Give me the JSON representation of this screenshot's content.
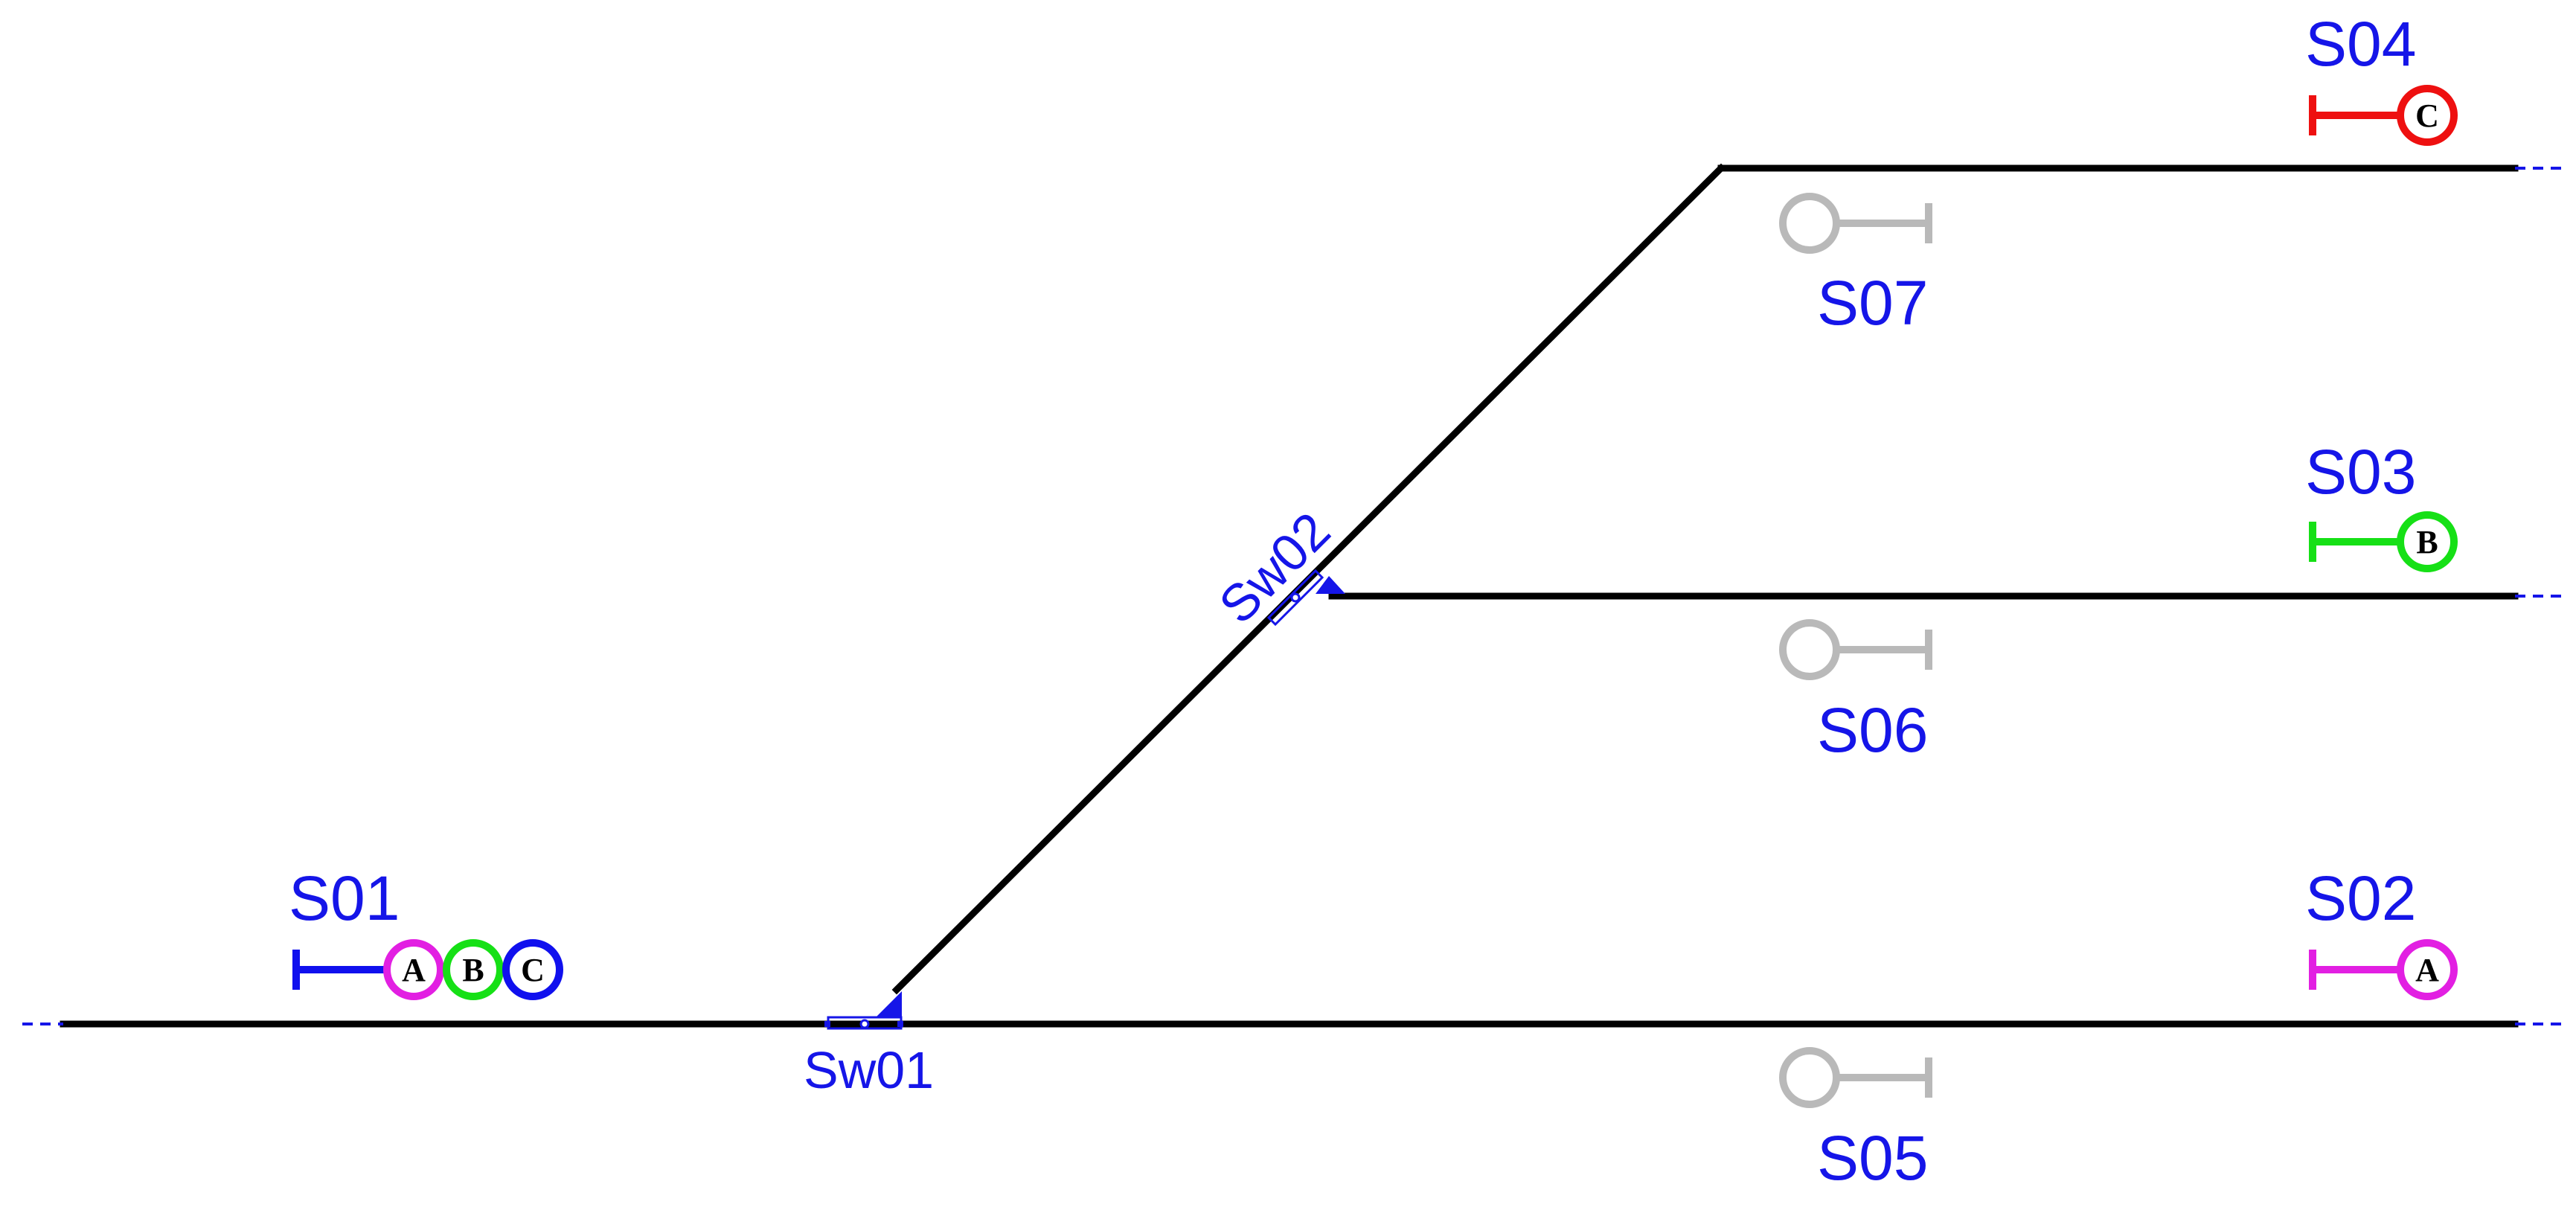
{
  "colors": {
    "track": "#000000",
    "label": "#1515e8",
    "inactive_signal": "#b9b9b9",
    "route_A": "#e21fe2",
    "route_B": "#16e016",
    "route_C": "#1010ee",
    "route_C_alt": "#ee1010"
  },
  "switches": [
    {
      "id": "sw01",
      "name": "Sw01"
    },
    {
      "id": "sw02",
      "name": "Sw02"
    }
  ],
  "signals": [
    {
      "id": "s01",
      "name": "S01",
      "color": "#1010ee",
      "aspects": [
        "A",
        "B",
        "C"
      ],
      "aspect_colors": [
        "#e21fe2",
        "#16e016",
        "#1010ee"
      ]
    },
    {
      "id": "s02",
      "name": "S02",
      "color": "#e21fe2",
      "aspects": [
        "A"
      ],
      "aspect_colors": [
        "#e21fe2"
      ]
    },
    {
      "id": "s03",
      "name": "S03",
      "color": "#16e016",
      "aspects": [
        "B"
      ],
      "aspect_colors": [
        "#16e016"
      ]
    },
    {
      "id": "s04",
      "name": "S04",
      "color": "#ee1010",
      "aspects": [
        "C"
      ],
      "aspect_colors": [
        "#ee1010"
      ]
    },
    {
      "id": "s05",
      "name": "S05",
      "color": "#b9b9b9",
      "aspects": []
    },
    {
      "id": "s06",
      "name": "S06",
      "color": "#b9b9b9",
      "aspects": []
    },
    {
      "id": "s07",
      "name": "S07",
      "color": "#b9b9b9",
      "aspects": []
    }
  ]
}
